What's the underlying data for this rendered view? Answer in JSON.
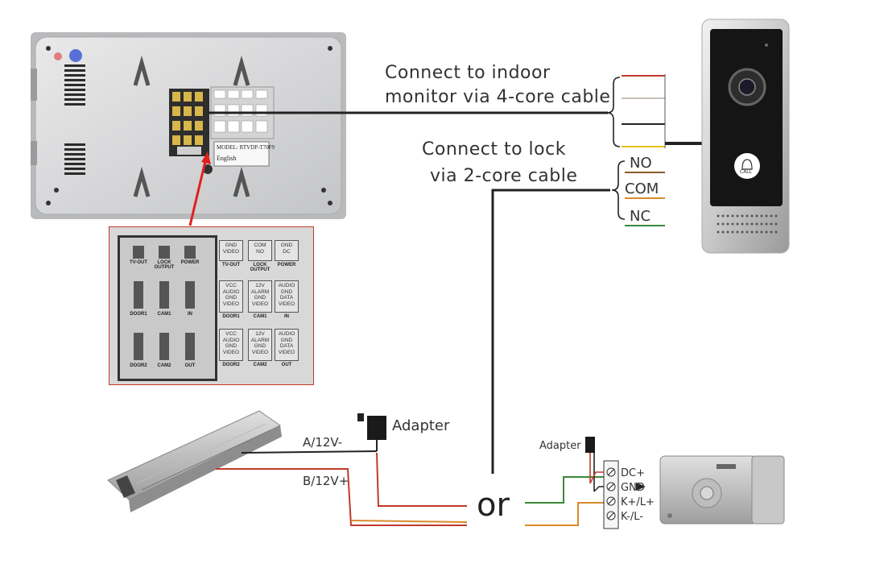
{
  "labels": {
    "indoor_line1": "Connect to indoor",
    "indoor_line2": "monitor via 4-core cable",
    "lock_line1": "Connect to lock",
    "lock_line2": "via 2-core cable",
    "no": "NO",
    "com": "COM",
    "nc": "NC",
    "adapter_main": "Adapter",
    "adapter_small": "Adapter",
    "a_wire": "A/12V-",
    "b_wire": "B/12V+",
    "or": "or",
    "dc_plus": "DC+",
    "gnd": "GND",
    "k_plus": "K+/L+",
    "k_minus": "K-/L-",
    "model": "MODEL: RTVDP-T70F9",
    "lang": "English",
    "call": "CALL"
  },
  "zoom": {
    "left_labels": [
      "TV-OUT",
      "LOCK OUTPUT",
      "POWER",
      "DOOR1",
      "CAM1",
      "IN",
      "DOOR2",
      "CAM2",
      "OUT"
    ],
    "pins": [
      {
        "text": "GND\nVIDEO",
        "label": "TV-OUT"
      },
      {
        "text": "COM\nNO",
        "label": "LOCK OUTPUT"
      },
      {
        "text": "GND\nDC",
        "label": "POWER"
      },
      {
        "text": "VCC\nAUDIO\nGND\nVIDEO",
        "label": "DOOR1"
      },
      {
        "text": "12V\nALARM\nGND\nVIDEO",
        "label": "CAM1"
      },
      {
        "text": "AUDIO\nGND\nDATA\nVIDEO",
        "label": "IN"
      },
      {
        "text": "VCC\nAUDIO\nGND\nVIDEO",
        "label": "DOOR2"
      },
      {
        "text": "12V\nALARM\nGND\nVIDEO",
        "label": "CAM2"
      },
      {
        "text": "AUDIO\nGND\nDATA\nVIDEO",
        "label": "OUT"
      }
    ]
  },
  "colors": {
    "red_wire": "#c0392b",
    "green_wire": "#3a8a3a",
    "orange_wire": "#d98a2b",
    "yellow_wire": "#e6c300",
    "brown_wire": "#8b5a2b",
    "cable": "#222222",
    "highlight_frame": "#c0392b"
  }
}
